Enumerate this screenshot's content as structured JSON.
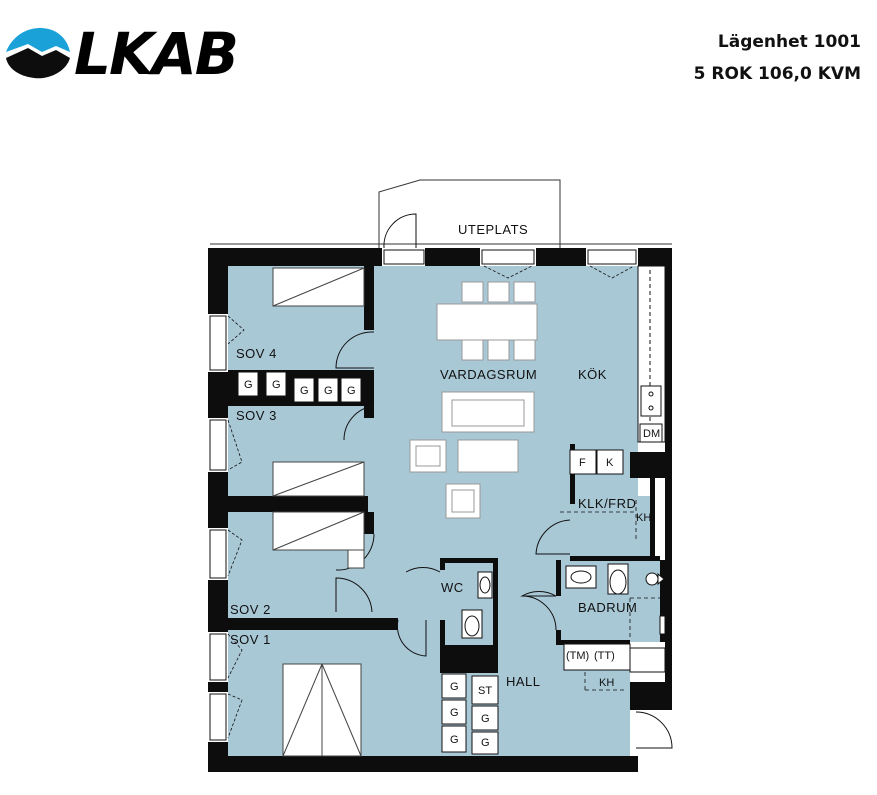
{
  "brand": {
    "logo_text": "LKAB"
  },
  "header": {
    "apartment": "Lägenhet 1001",
    "size": "5 ROK 106,0 KVM"
  },
  "rooms": {
    "uteplats": "UTEPLATS",
    "sov4": "SOV 4",
    "sov3": "SOV 3",
    "sov2": "SOV 2",
    "sov1": "SOV 1",
    "vardagsrum": "VARDAGSRUM",
    "kok": "KÖK",
    "wc": "WC",
    "hall": "HALL",
    "badrum": "BADRUM",
    "klk": "KLK/FRD"
  },
  "fixtures": {
    "g": "G",
    "st": "ST",
    "f": "F",
    "k": "K",
    "kh": "KH",
    "dm": "DM",
    "tm": "(TM)",
    "tt": "(TT)"
  },
  "colors": {
    "floor": "#a9c8d6",
    "wall": "#0d0d0d",
    "furniture": "#ffffff"
  }
}
